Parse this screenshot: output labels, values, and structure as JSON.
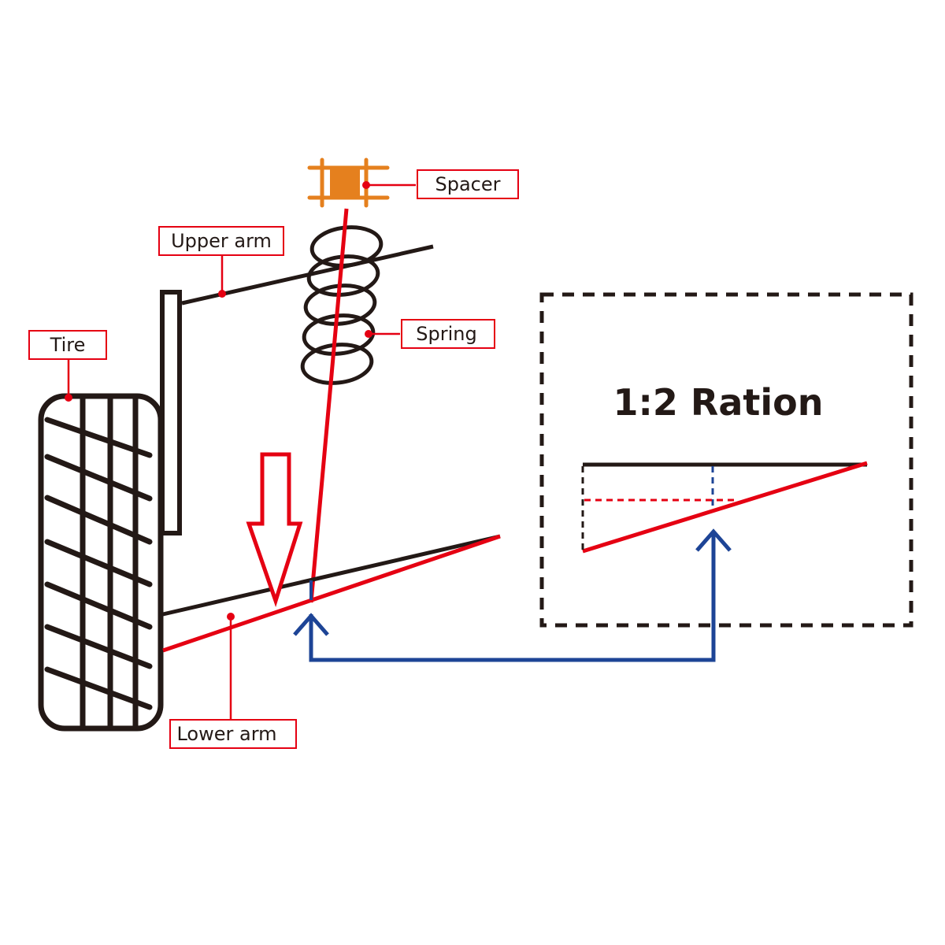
{
  "labels": {
    "spacer": "Spacer",
    "upper_arm": "Upper arm",
    "spring": "Spring",
    "tire": "Tire",
    "lower_arm": "Lower arm"
  },
  "inset": {
    "title": "1:2 Ration"
  },
  "colors": {
    "ink": "#231916",
    "red": "#e50012",
    "blue": "#1d4496",
    "orange": "#e5801e"
  }
}
